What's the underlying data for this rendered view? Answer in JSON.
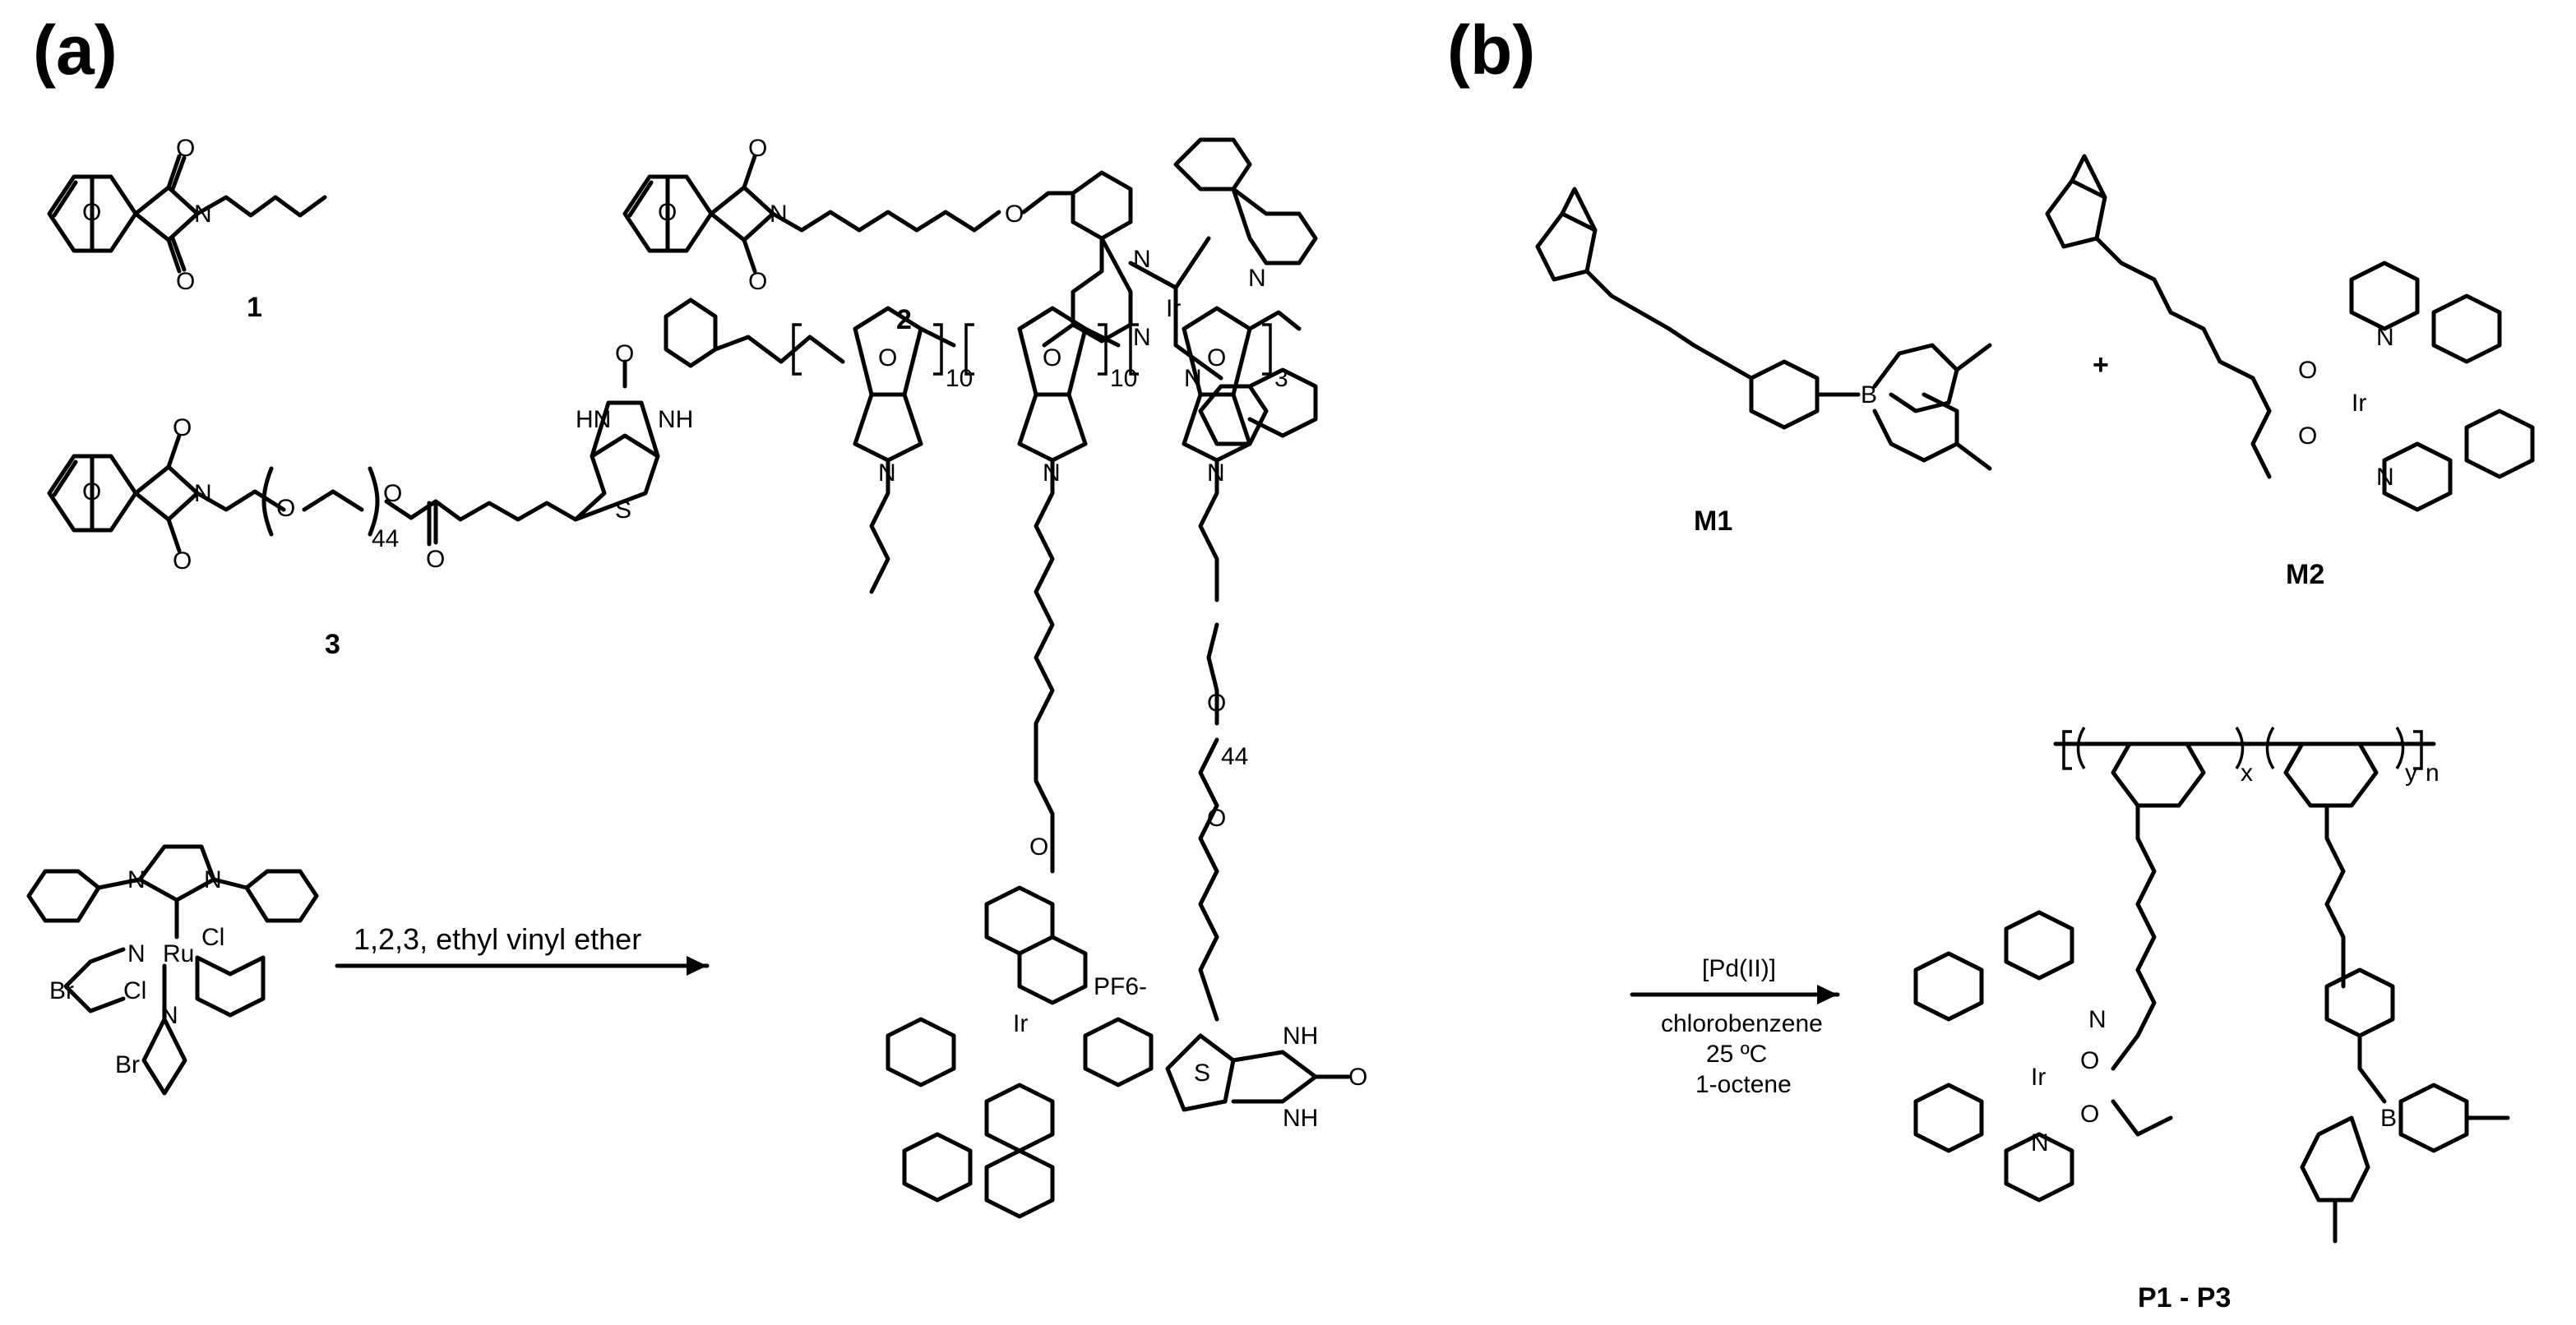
{
  "panels": {
    "a": {
      "label": "(a)"
    },
    "b": {
      "label": "(b)"
    }
  },
  "compounds": {
    "c1": "1",
    "c2": "2",
    "c3": "3",
    "m1": "M1",
    "m2": "M2",
    "product_b": "P1 - P3"
  },
  "reaction_a": {
    "reagents": "1,2,3, ethyl vinyl ether",
    "counterion": "PF6-",
    "repeat_1": "10",
    "repeat_2": "10",
    "repeat_3": "3",
    "peg_repeat": "44"
  },
  "reaction_b": {
    "plus": "+",
    "catalyst": "[Pd(II)]",
    "solvent": "chlorobenzene",
    "temperature": "25 ºC",
    "additive": "1-octene",
    "subscript_x": "x",
    "subscript_y": "y",
    "subscript_n": "n"
  },
  "atom_labels": {
    "O": "O",
    "N": "N",
    "NH": "NH",
    "HN": "HN",
    "S": "S",
    "Ir": "Ir",
    "Ru": "Ru",
    "Cl": "Cl",
    "Br": "Br",
    "B": "B",
    "n44": "44"
  }
}
